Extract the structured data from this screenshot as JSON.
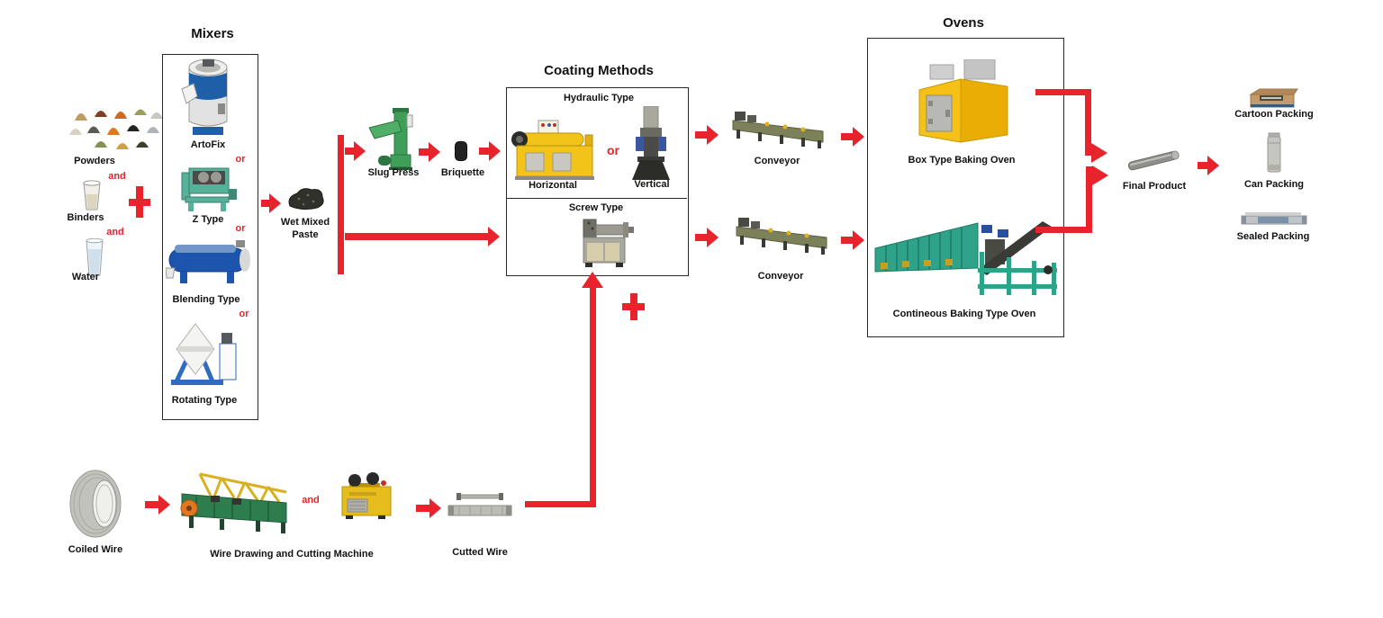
{
  "accent_red": "#e8232b",
  "inputs": {
    "powders_label": "Powders",
    "and_1": "and",
    "binders_label": "Binders",
    "and_2": "and",
    "water_label": "Water"
  },
  "mixers": {
    "title": "Mixers",
    "artofix": "ArtoFix",
    "or_1": "or",
    "z_type": "Z Type",
    "or_2": "or",
    "blending": "Blending Type",
    "or_3": "or",
    "rotating": "Rotating Type"
  },
  "paste": {
    "line1": "Wet Mixed",
    "line2": "Paste"
  },
  "press": {
    "slug_press": "Slug Press",
    "briquette": "Briquette"
  },
  "coating": {
    "title": "Coating Methods",
    "hydraulic": "Hydraulic Type",
    "horizontal": "Horizontal",
    "or": "or",
    "vertical": "Vertical",
    "screw": "Screw Type"
  },
  "conveyors": {
    "top": "Conveyor",
    "bottom": "Conveyor"
  },
  "ovens": {
    "title": "Ovens",
    "box_oven": "Box Type Baking Oven",
    "continuous_oven": "Contineous Baking Type Oven"
  },
  "output": {
    "final_product": "Final Product",
    "cartoon": "Cartoon Packing",
    "can": "Can Packing",
    "sealed": "Sealed Packing"
  },
  "wire": {
    "coiled": "Coiled Wire",
    "machine": "Wire Drawing and Cutting Machine",
    "and": "and",
    "cutted": "Cutted Wire"
  }
}
